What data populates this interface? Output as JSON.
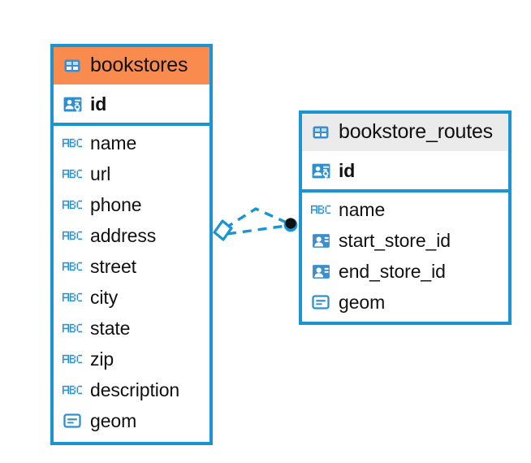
{
  "diagram": {
    "type": "entity-relationship-diagram",
    "background": "#ffffff",
    "accent_color": "#1B95D2",
    "selected_header_color": "#F98B4E",
    "unselected_header_color": "#EBEBEB"
  },
  "tables": [
    {
      "name": "bookstores",
      "title": "bookstores",
      "selected": true,
      "header_icon": "table-icon",
      "primary_key": {
        "label": "id",
        "icon": "primary-key-icon"
      },
      "fields": [
        {
          "label": "name",
          "icon": "text-abc-icon"
        },
        {
          "label": "url",
          "icon": "text-abc-icon"
        },
        {
          "label": "phone",
          "icon": "text-abc-icon"
        },
        {
          "label": "address",
          "icon": "text-abc-icon"
        },
        {
          "label": "street",
          "icon": "text-abc-icon"
        },
        {
          "label": "city",
          "icon": "text-abc-icon"
        },
        {
          "label": "state",
          "icon": "text-abc-icon"
        },
        {
          "label": "zip",
          "icon": "text-abc-icon"
        },
        {
          "label": "description",
          "icon": "text-abc-icon"
        },
        {
          "label": "geom",
          "icon": "geometry-icon"
        }
      ]
    },
    {
      "name": "bookstore_routes",
      "title": "bookstore_routes",
      "selected": false,
      "header_icon": "table-icon",
      "primary_key": {
        "label": "id",
        "icon": "primary-key-icon"
      },
      "fields": [
        {
          "label": "name",
          "icon": "text-abc-icon"
        },
        {
          "label": "start_store_id",
          "icon": "foreign-key-icon"
        },
        {
          "label": "end_store_id",
          "icon": "foreign-key-icon"
        },
        {
          "label": "geom",
          "icon": "geometry-icon"
        }
      ]
    }
  ],
  "relationship": {
    "from_table": "bookstores",
    "to_table": "bookstore_routes",
    "line_style": "dashed",
    "color": "#1B95D2",
    "source_endpoint": "diamond-endpoint",
    "target_endpoint": "circle-endpoint"
  }
}
